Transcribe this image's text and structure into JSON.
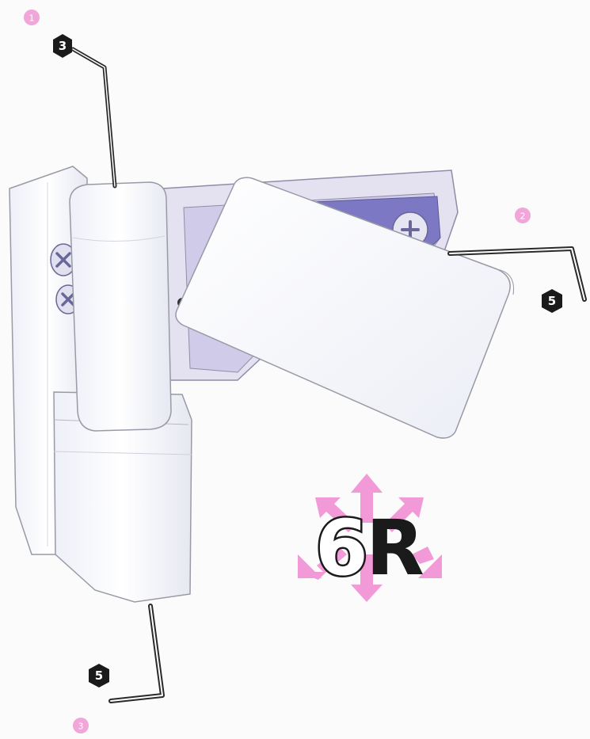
{
  "steps": [
    "1",
    "2",
    "3"
  ],
  "wrench_sizes": {
    "top": "3",
    "right": "5",
    "bottom": "5"
  },
  "adjustment_badge": {
    "number": "6",
    "letter": "R"
  },
  "colors": {
    "step_circle": "#f0a6d8",
    "arrow": "#f29ad8",
    "hex_marker": "#1a1a1a",
    "backplate": "#dcd9ee",
    "recess": "#7d78c4",
    "hinge_white": "#ffffff",
    "outline": "#9a9aa6"
  },
  "icons": [
    "allen-key",
    "hex-nut-marker",
    "screw-head",
    "four-way-arrow"
  ]
}
